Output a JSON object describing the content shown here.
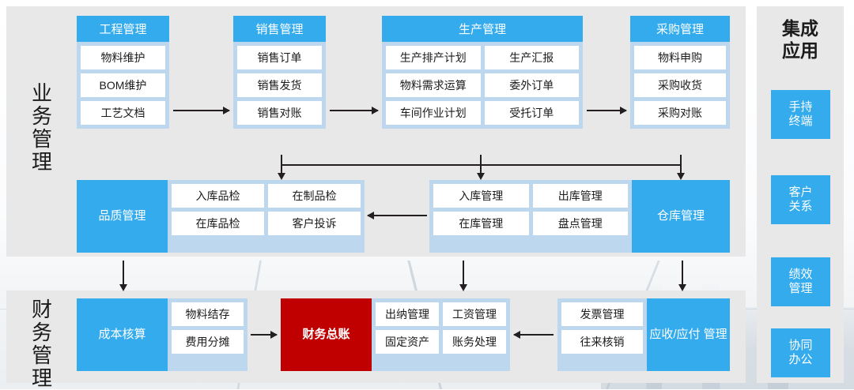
{
  "diagram": {
    "title_semantics": "erp-system-architecture",
    "colors": {
      "accent_blue": "#33abed",
      "group_bg_light_blue": "#bdd7ee",
      "panel_bg": "#e8e8e8",
      "highlight_red": "#c00000",
      "cell_bg": "#ffffff",
      "text_dark": "#1b1b1b",
      "arrow": "#231f20"
    }
  },
  "sections": {
    "business": {
      "label_chars": [
        "业",
        "务",
        "管",
        "理"
      ],
      "label": "业务管理"
    },
    "finance": {
      "label_chars": [
        "财",
        "务",
        "管",
        "理"
      ],
      "label": "财务管理"
    }
  },
  "groups": {
    "engineering": {
      "header": "工程管理",
      "rows": [
        [
          "物料维护"
        ],
        [
          "BOM维护"
        ],
        [
          "工艺文档"
        ]
      ]
    },
    "sales": {
      "header": "销售管理",
      "rows": [
        [
          "销售订单"
        ],
        [
          "销售发货"
        ],
        [
          "销售对账"
        ]
      ]
    },
    "production": {
      "header": "生产管理",
      "rows": [
        [
          "生产排产计划",
          "生产汇报"
        ],
        [
          "物料需求运算",
          "委外订单"
        ],
        [
          "车间作业计划",
          "受托订单"
        ]
      ]
    },
    "purchase": {
      "header": "采购管理",
      "rows": [
        [
          "物料申购"
        ],
        [
          "采购收货"
        ],
        [
          "采购对账"
        ]
      ]
    },
    "quality": {
      "header": "品质管理",
      "header_position": "left",
      "rows": [
        [
          "入库品检",
          "在制品检"
        ],
        [
          "在库品检",
          "客户投诉"
        ]
      ]
    },
    "warehouse": {
      "header": "仓库管理",
      "header_position": "right",
      "rows": [
        [
          "入库管理",
          "出库管理"
        ],
        [
          "在库管理",
          "盘点管理"
        ]
      ]
    },
    "cost": {
      "header": "成本核算",
      "header_position": "left",
      "rows": [
        [
          "物料结存"
        ],
        [
          "费用分摊"
        ]
      ]
    },
    "ledger": {
      "header": "财务总账",
      "header_position": "left",
      "header_style": "red",
      "rows": [
        [
          "出纳管理",
          "工资管理"
        ],
        [
          "固定资产",
          "账务处理"
        ]
      ]
    },
    "receivable_payable": {
      "header_lines": [
        "应收/应付",
        "管理"
      ],
      "header": "应收/应付管理",
      "header_position": "right",
      "rows": [
        [
          "发票管理"
        ],
        [
          "往来核销"
        ]
      ]
    }
  },
  "apps": {
    "title_lines": [
      "集成",
      "应用"
    ],
    "title": "集成应用",
    "items": [
      {
        "lines": [
          "手持",
          "终端"
        ],
        "label": "手持终端"
      },
      {
        "lines": [
          "客户",
          "关系"
        ],
        "label": "客户关系"
      },
      {
        "lines": [
          "绩效",
          "管理"
        ],
        "label": "绩效管理"
      },
      {
        "lines": [
          "协同",
          "办公"
        ],
        "label": "协同办公"
      }
    ]
  },
  "flows": [
    {
      "from": "engineering",
      "to": "sales",
      "direction": "right"
    },
    {
      "from": "sales",
      "to": "production",
      "direction": "right"
    },
    {
      "from": "production",
      "to": "purchase",
      "direction": "right"
    },
    {
      "from": "sales",
      "to": "warehouse-bus",
      "direction": "down"
    },
    {
      "from": "production",
      "to": "warehouse-bus",
      "direction": "down"
    },
    {
      "from": "purchase",
      "to": "warehouse-bus",
      "direction": "down"
    },
    {
      "from": "warehouse",
      "to": "quality",
      "direction": "left"
    },
    {
      "from": "quality",
      "to": "cost",
      "direction": "down"
    },
    {
      "from": "warehouse",
      "to": "ledger",
      "direction": "down"
    },
    {
      "from": "warehouse",
      "to": "receivable_payable",
      "direction": "down"
    },
    {
      "from": "cost",
      "to": "ledger",
      "direction": "right"
    },
    {
      "from": "receivable_payable",
      "to": "ledger",
      "direction": "left"
    }
  ]
}
